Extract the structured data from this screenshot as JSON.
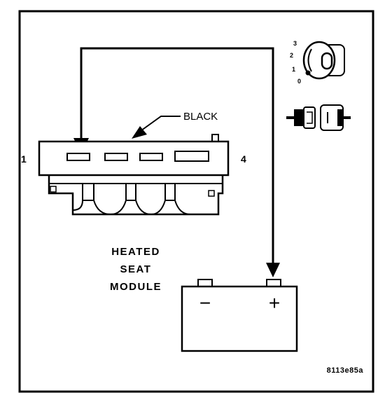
{
  "connector_color_label": "BLACK",
  "pin_left": "1",
  "pin_right": "4",
  "module_title": [
    "HEATED",
    "SEAT",
    "MODULE"
  ],
  "battery": {
    "negative": "−",
    "positive": "+"
  },
  "ignition_positions": [
    "3",
    "2",
    "1",
    "0"
  ],
  "figure_code": "8113e85a"
}
